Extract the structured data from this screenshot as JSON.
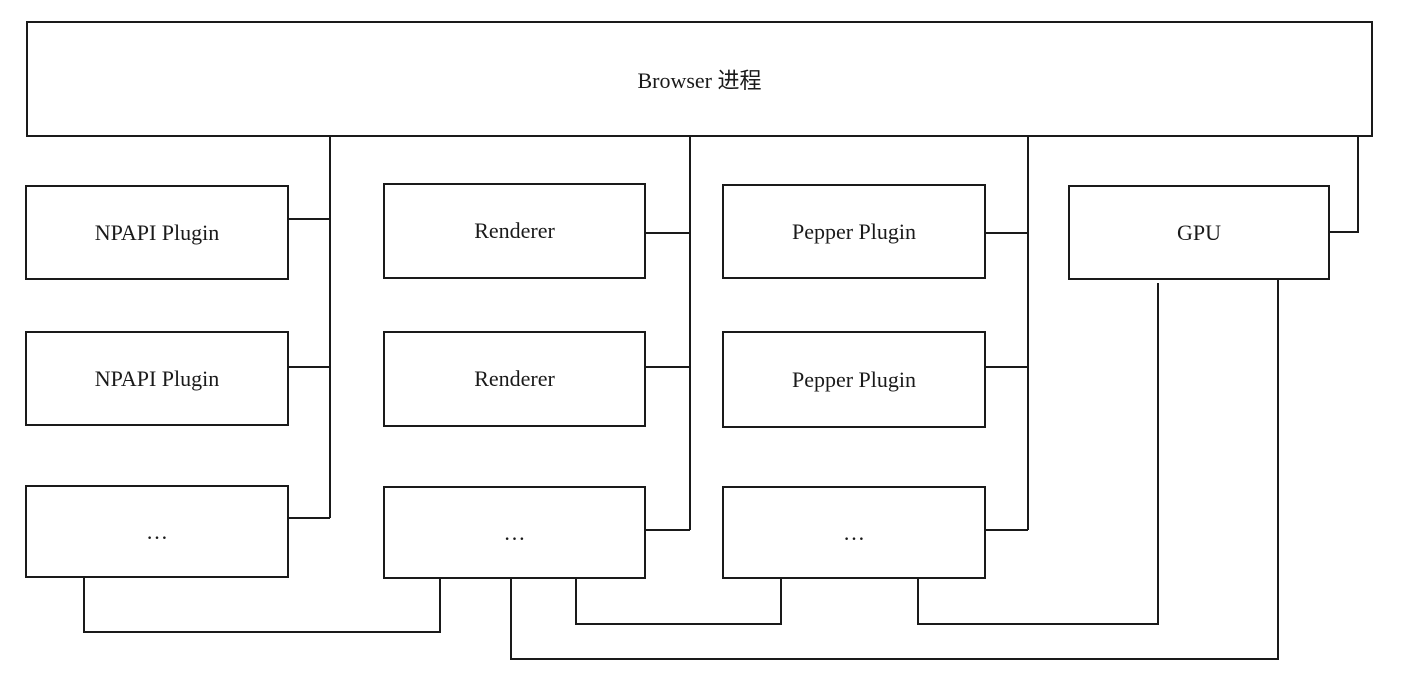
{
  "browser": {
    "label": "Browser 进程"
  },
  "npapi": {
    "labels": [
      "NPAPI Plugin",
      "NPAPI Plugin",
      "…"
    ]
  },
  "renderer": {
    "labels": [
      "Renderer",
      "Renderer",
      "…"
    ]
  },
  "pepper": {
    "labels": [
      "Pepper Plugin",
      "Pepper Plugin",
      "…"
    ]
  },
  "gpu": {
    "label": "GPU"
  },
  "colors": {
    "stroke": "#1a1a1a",
    "background": "#ffffff"
  }
}
